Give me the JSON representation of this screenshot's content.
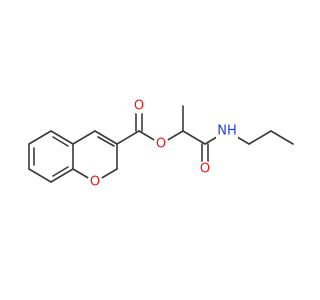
{
  "molecule": {
    "colors": {
      "bond": "#3a3a3a",
      "oxygen": "#e8191c",
      "nitrogen": "#1f3fd6",
      "background": "#ffffff"
    },
    "labels": {
      "ring_oxygen": "O",
      "ester_single_oxygen": "O",
      "ester_carbonyl_oxygen": "O",
      "amide_carbonyl_oxygen": "O",
      "amide_nitrogen": "NH"
    }
  }
}
